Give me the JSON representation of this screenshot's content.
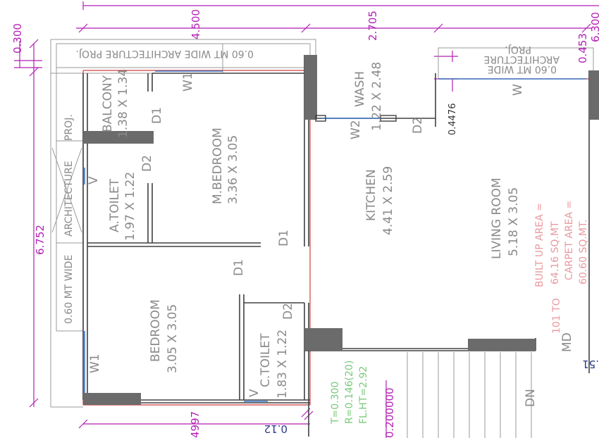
{
  "dimensions": {
    "top_width_a": "4.500",
    "top_width_b": "2.705",
    "top_right": "6.300",
    "left_offset": "0.300",
    "left_height": "6.752",
    "bottom_left": "4997",
    "bottom_mid": "0.12",
    "right_gap": "0.453",
    "right_small": "0.4476",
    "bottom_code": "0.200000",
    "right_edge": ".51"
  },
  "rooms": {
    "balcony_name": "BALCONY",
    "balcony_size": "1.38 X 1.34",
    "master_bed_name": "M.BEDROOM",
    "master_bed_size": "3.36 X 3.05",
    "attached_toilet_name": "A.TOILET",
    "attached_toilet_size": "1.97 X 1.22",
    "wash_name": "WASH",
    "wash_size": "1.22 X 2.48",
    "kitchen_name": "KITCHEN",
    "kitchen_size": "4.41 X 2.59",
    "living_name": "LIVING ROOM",
    "living_size": "5.18 X 3.05",
    "bedroom_name": "BEDROOM",
    "bedroom_size": "3.05 X 3.05",
    "common_toilet_name": "C.TOILET",
    "common_toilet_size": "1.83 X 1.22"
  },
  "projections": {
    "top": "0.60 MT WIDE ARCHITECTURE PROJ.",
    "left_a": "0.60 MT WIDE",
    "left_b": "ARCHITECTURE",
    "left_c": "PROJ.",
    "right_a": "0.60 MT WIDE",
    "right_b": "ARCHITECTURE",
    "right_c": "PROJ."
  },
  "openings": {
    "w1_top": "W1",
    "w1_bottom": "W1",
    "w2": "W2",
    "w_right": "W",
    "d1_a": "D1",
    "d1_b": "D1",
    "d1_c": "D1",
    "d2_a": "D2",
    "d2_b": "D2",
    "d2_c": "D2",
    "v_a": "V",
    "v_b": "V",
    "md": "MD"
  },
  "stair": {
    "tread": "T=0.300",
    "riser": "R=0.146(20)",
    "floor_height": "FL.HT=2.92",
    "dn": "DN"
  },
  "areas": {
    "built_up_label": "BUILT UP AREA =",
    "built_up_value": "64.16 SQ.MT",
    "carpet_label": "CARPET AREA =",
    "carpet_value": "60.60 SQ.MT.",
    "unit": "101 TO"
  },
  "colors": {
    "wall": "#404040",
    "column": "#6b6b6b",
    "dimension": "#b21fb5",
    "red_line": "#d23c3c",
    "blue_line": "#3a78c8",
    "stair_text": "#7cc97c",
    "area_text": "#e99aa0"
  }
}
